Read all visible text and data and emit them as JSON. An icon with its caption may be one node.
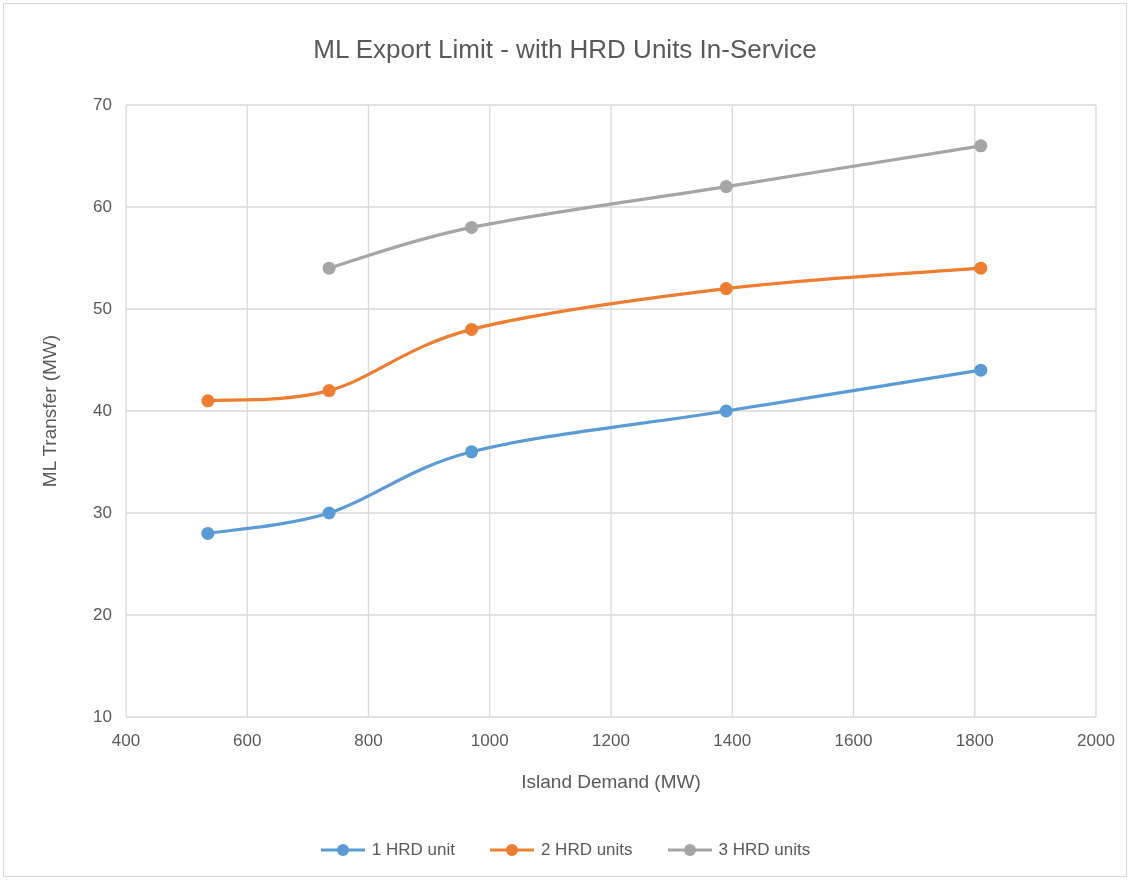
{
  "diagram": {
    "chart_data": {
      "type": "line",
      "title": "ML Export Limit - with HRD Units In-Service",
      "xlabel": "Island Demand (MW)",
      "ylabel": "ML Transfer (MW)",
      "x": [
        535,
        735,
        970,
        1390,
        1810
      ],
      "series": [
        {
          "name": "1 HRD unit",
          "color": "#5b9bd5",
          "values": [
            28,
            30,
            36,
            40,
            44
          ],
          "marker": "circle"
        },
        {
          "name": "2 HRD units",
          "color": "#ed7d31",
          "values": [
            41,
            42,
            48,
            52,
            54
          ],
          "marker": "circle"
        },
        {
          "name": "3 HRD units",
          "color": "#a5a5a5",
          "values": [
            null,
            54,
            58,
            62,
            66
          ],
          "marker": "circle"
        }
      ],
      "xlim": [
        400,
        2000
      ],
      "ylim": [
        10,
        70
      ],
      "xticks": [
        400,
        600,
        800,
        1000,
        1200,
        1400,
        1600,
        1800,
        2000
      ],
      "yticks": [
        10,
        20,
        30,
        40,
        50,
        60,
        70
      ],
      "grid": true,
      "legend": "bottom"
    }
  }
}
